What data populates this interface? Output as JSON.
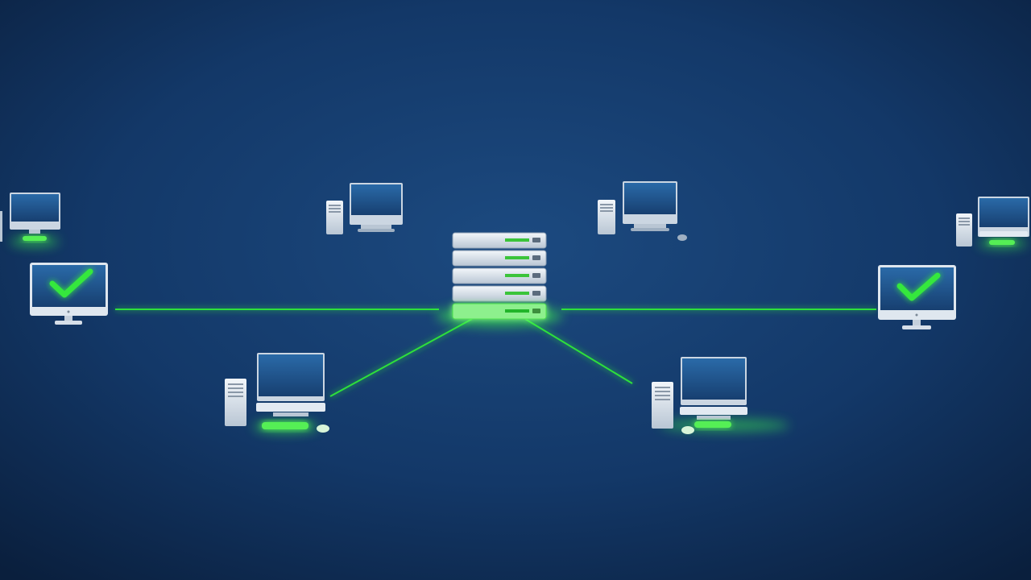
{
  "colors": {
    "background_center": "#1c4a80",
    "background_edge": "#0a1f3d",
    "link_green": "#2fe03a",
    "check_green": "#35e83c",
    "glow_green": "#3dff4a",
    "screen_blue": "#1f5a94",
    "device_white": "#dde6ef"
  },
  "diagram": {
    "hub": {
      "name": "server-rack-icon",
      "units": 5,
      "status": "active"
    },
    "nodes": [
      {
        "id": "left-verified",
        "type": "monitor",
        "status": "verified",
        "linked": true
      },
      {
        "id": "right-verified",
        "type": "monitor",
        "status": "verified",
        "linked": true
      },
      {
        "id": "bottom-left",
        "type": "workstation",
        "status": "connected",
        "linked": true
      },
      {
        "id": "bottom-right",
        "type": "workstation",
        "status": "connected",
        "linked": true
      },
      {
        "id": "far-top-left",
        "type": "monitor",
        "status": "idle",
        "linked": false
      },
      {
        "id": "top-left",
        "type": "workstation",
        "status": "idle",
        "linked": false
      },
      {
        "id": "top-right",
        "type": "workstation",
        "status": "idle",
        "linked": false
      },
      {
        "id": "far-top-right",
        "type": "workstation",
        "status": "idle",
        "linked": false
      }
    ]
  }
}
